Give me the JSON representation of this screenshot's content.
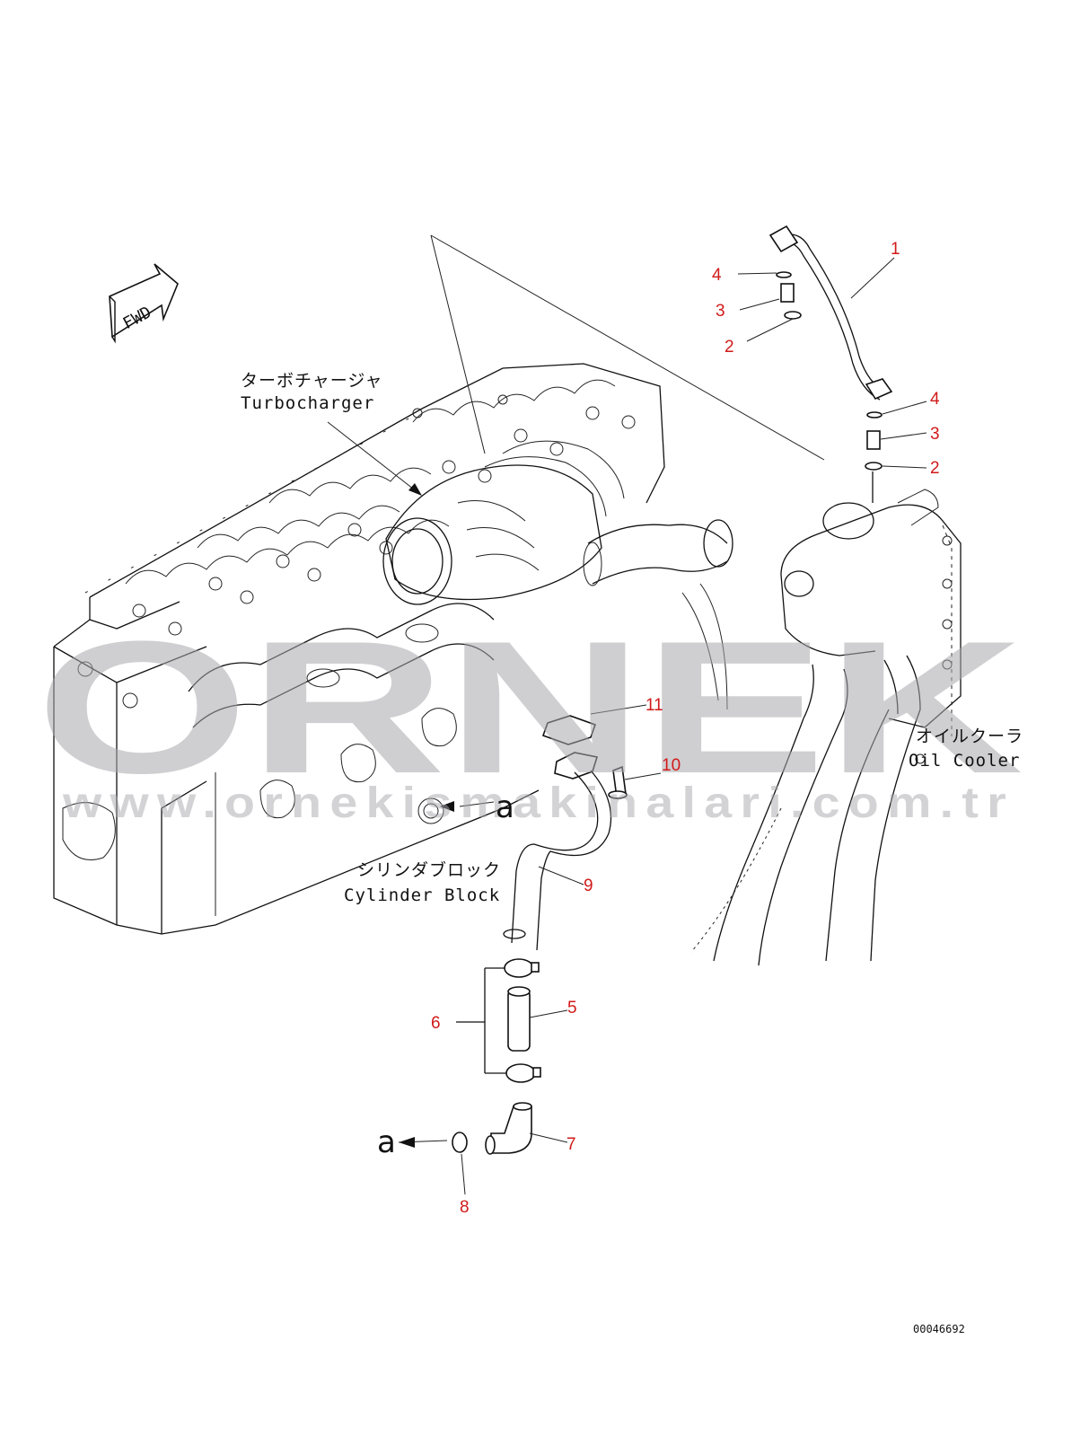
{
  "labels": {
    "turbocharger_jp": "ターボチャージャ",
    "turbocharger_en": "Turbocharger",
    "oil_cooler_jp": "オイルクーラ",
    "oil_cooler_en": "Oil Cooler",
    "cylinder_block_jp": "シリンダブロック",
    "cylinder_block_en": "Cylinder Block",
    "fwd": "FWD"
  },
  "callouts": [
    "1",
    "2",
    "3",
    "4",
    "4",
    "3",
    "2",
    "11",
    "10",
    "9",
    "6",
    "5",
    "7",
    "8"
  ],
  "ref_marker": "a",
  "watermark": {
    "brand": "ORNEK",
    "url": "www.ornekismakinalari.com.tr"
  },
  "doc_id": "00046692",
  "colors": {
    "callout": "#d11a1a",
    "line": "#111111",
    "watermark": "#a9a9ad"
  }
}
